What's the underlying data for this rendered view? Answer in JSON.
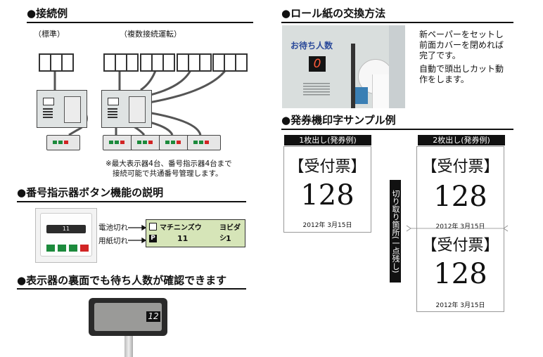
{
  "connection": {
    "title": "●接続例",
    "label_standard": "（標準）",
    "label_multi": "（複数接続運転）",
    "note_line1": "※最大表示器4台、番号指示器4台まで",
    "note_line2": "接続可能で共通番号管理します。"
  },
  "buttons": {
    "title": "●番号指示器ボタン機能の説明",
    "battery_label": "電池切れ",
    "paper_label": "用紙切れ",
    "lcd_row1_name": "マチニンズウ",
    "lcd_row1_right": "ヨビダシ",
    "lcd_row2_icon": "P",
    "lcd_row2_value1": "11",
    "lcd_row2_value2": "1",
    "device_display": "11"
  },
  "display_back": {
    "title": "●表示器の裏面でも待ち人数が確認できます",
    "digits": "12"
  },
  "roll": {
    "title": "●ロール紙の交換方法",
    "machine_label": "お待ち人数",
    "machine_digit": "0",
    "desc_line1": "新ペーパーをセットし",
    "desc_line2": "前面カバーを閉めれば",
    "desc_line3": "完了です。",
    "desc_line4": "自動で頭出しカット動",
    "desc_line5": "作をします。"
  },
  "sample": {
    "title": "●発券機印字サンプル例",
    "single_header": "1枚出し(発券例)",
    "double_header": "2枚出し(発券例)",
    "ticket_title": "【受付票】",
    "ticket_number": "128",
    "ticket_date": "2012年 3月15日",
    "cut_label": "切り取り箇所(一点残し)"
  }
}
